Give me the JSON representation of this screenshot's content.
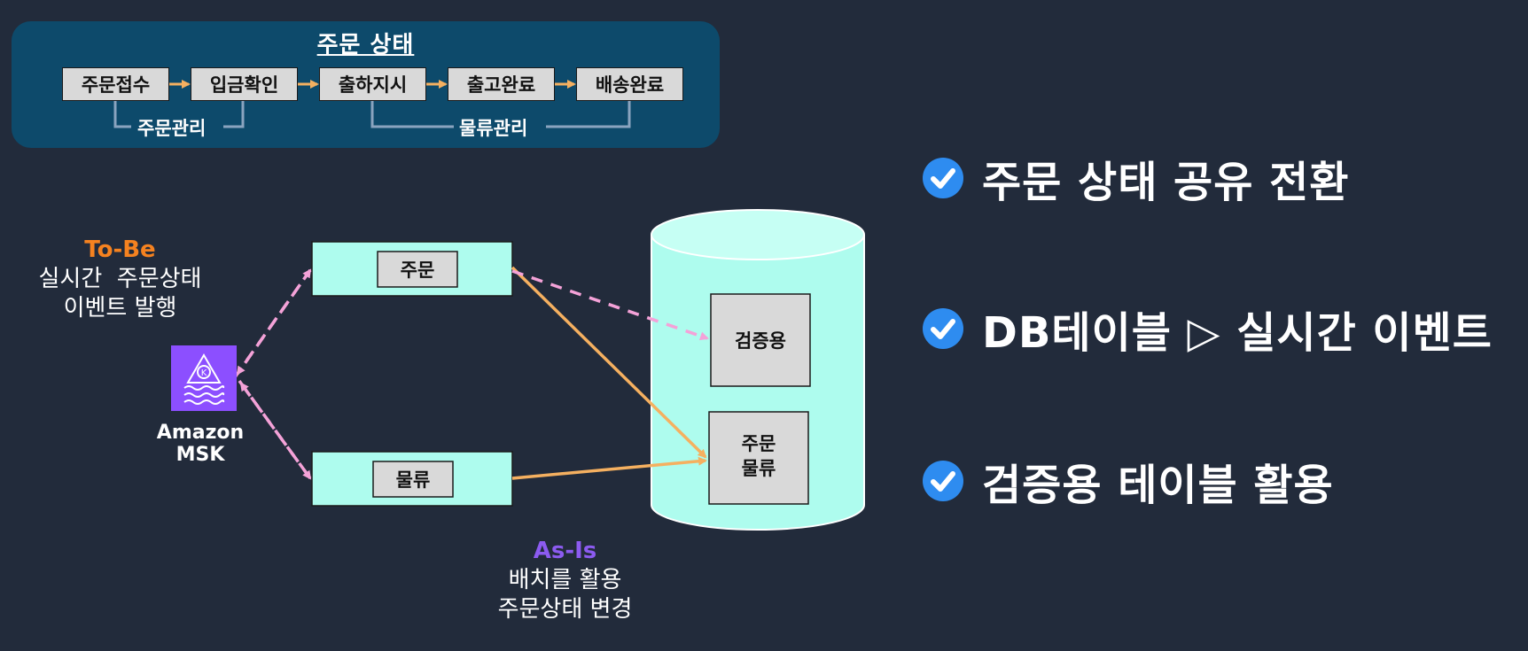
{
  "flow": {
    "title": "주문 상태",
    "steps": [
      "주문접수",
      "입금확인",
      "출하지시",
      "출고완료",
      "배송완료"
    ],
    "groups": [
      "주문관리",
      "물류관리"
    ]
  },
  "diagram": {
    "to_be": {
      "title": "To-Be",
      "line1": "실시간  주문상태",
      "line2": "이벤트 발행"
    },
    "msk": {
      "label": "Amazon MSK",
      "glyph": "K"
    },
    "sources": {
      "order": "주문",
      "logistics": "물류"
    },
    "db_tables": {
      "verify": "검증용",
      "main_line1": "주문",
      "main_line2": "물류"
    },
    "as_is": {
      "title": "As-Is",
      "line1": "배치를 활용",
      "line2": "주문상태 변경"
    }
  },
  "bullets": [
    "주문 상태 공유 전환",
    "DB테이블 ▷ 실시간 이벤트",
    "검증용 테이블 활용"
  ],
  "colors": {
    "background": "#222b3b",
    "panel": "#0d4a6b",
    "teal_box": "#aefcee",
    "orange": "#f5b060",
    "pink": "#f4a2d8",
    "to_be": "#f58220",
    "as_is": "#8c5bf0",
    "check": "#2e8cf0",
    "msk": "#8c4fff"
  },
  "icons": [
    "check-circle-icon",
    "amazon-msk-icon"
  ]
}
